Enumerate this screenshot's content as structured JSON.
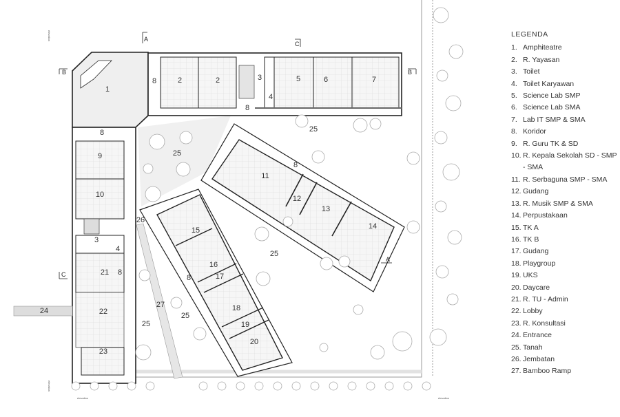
{
  "legend": {
    "title": "LEGENDA",
    "items": [
      {
        "num": "1.",
        "label": "Amphiteatre"
      },
      {
        "num": "2.",
        "label": "R. Yayasan"
      },
      {
        "num": "3.",
        "label": "Toilet"
      },
      {
        "num": "4.",
        "label": "Toilet Karyawan"
      },
      {
        "num": "5.",
        "label": "Science Lab SMP"
      },
      {
        "num": "6.",
        "label": "Science Lab SMA"
      },
      {
        "num": "7.",
        "label": "Lab IT SMP & SMA"
      },
      {
        "num": "8.",
        "label": "Koridor"
      },
      {
        "num": "9.",
        "label": "R. Guru TK & SD"
      },
      {
        "num": "10.",
        "label": "R. Kepala Sekolah SD - SMP - SMA"
      },
      {
        "num": "11.",
        "label": "R. Serbaguna SMP - SMA"
      },
      {
        "num": "12.",
        "label": "Gudang"
      },
      {
        "num": "13.",
        "label": "R. Musik SMP & SMA"
      },
      {
        "num": "14.",
        "label": "Perpustakaan"
      },
      {
        "num": "15.",
        "label": "TK A"
      },
      {
        "num": "16.",
        "label": "TK B"
      },
      {
        "num": "17.",
        "label": "Gudang"
      },
      {
        "num": "18.",
        "label": "Playgroup"
      },
      {
        "num": "19.",
        "label": "UKS"
      },
      {
        "num": "20.",
        "label": "Daycare"
      },
      {
        "num": "21.",
        "label": "R. TU - Admin"
      },
      {
        "num": "22.",
        "label": "Lobby"
      },
      {
        "num": "23.",
        "label": "R. Konsultasi"
      },
      {
        "num": "24.",
        "label": "Entrance"
      },
      {
        "num": "25.",
        "label": "Tanah"
      },
      {
        "num": "26.",
        "label": "Jembatan"
      },
      {
        "num": "27.",
        "label": "Bamboo Ramp"
      }
    ]
  },
  "plan": {
    "room_labels": [
      "1",
      "8",
      "2",
      "2",
      "3",
      "4",
      "5",
      "6",
      "7",
      "8",
      "25",
      "8",
      "9",
      "10",
      "25",
      "11",
      "8",
      "12",
      "13",
      "14",
      "26",
      "15",
      "3",
      "4",
      "21",
      "8",
      "16",
      "17",
      "8",
      "25",
      "27",
      "24",
      "22",
      "25",
      "25",
      "18",
      "19",
      "20",
      "23"
    ],
    "section_markers": {
      "a": "A",
      "b": "B",
      "c": "C"
    },
    "elevation_label": "elevation"
  },
  "colors": {
    "line": "#222222",
    "floor": "#f2f2f2",
    "hatch": "#d0d0d0",
    "tree": "#bbbbbb"
  }
}
